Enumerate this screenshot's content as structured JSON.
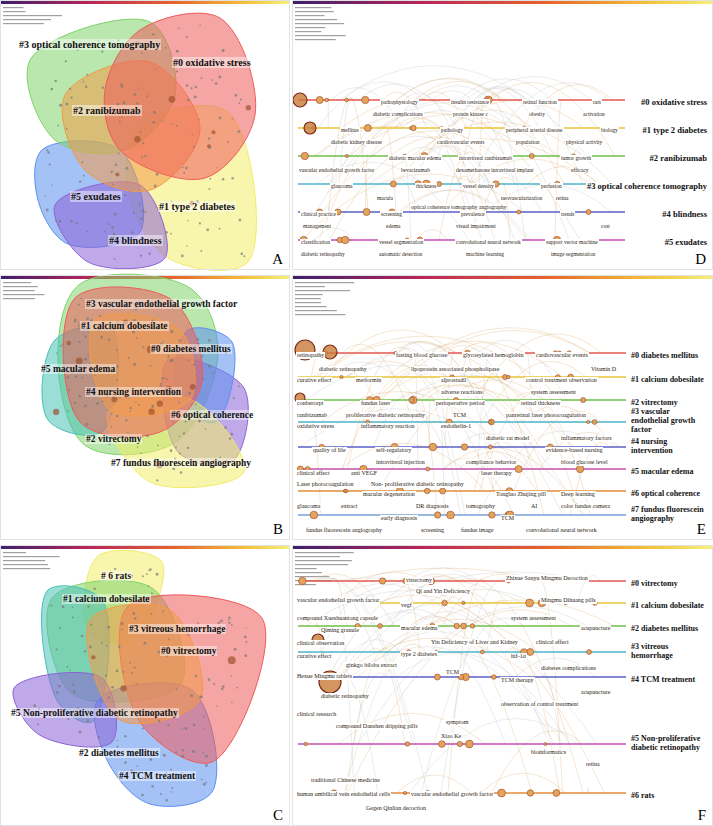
{
  "diagram": {
    "nodes": [
      {
        "text": [
          "A"
        ]
      },
      {
        "text": [
          "D"
        ]
      },
      {
        "text": [
          "B"
        ]
      },
      {
        "text": [
          "E"
        ]
      },
      {
        "text": [
          "C"
        ]
      },
      {
        "text": [
          "F"
        ]
      }
    ],
    "labels": [
      "#3 optical coherence tomography",
      "#0 oxidative stress",
      "#2 ranibizumab",
      "#5 exudates",
      "#1 type 2 diabetes",
      "#4 blindness",
      "pathophysiology",
      "diabetic complications",
      "insulin resistance",
      "protein kinase c",
      "retinal function",
      "obesity",
      "rats",
      "activation",
      "mellitus",
      "diabetic kidney disease",
      "pathology",
      "cardiovascular events",
      "peripheral arterial disease",
      "population",
      "biology",
      "physical activity",
      "vascular endothelial growth factor",
      "diabetic macular edema",
      "intravitreal ranibizumab",
      "bevacizumab",
      "dexamethasone intravitreal implant",
      "tumor growth",
      "efficacy",
      "glaucoma",
      "thickness",
      "vessel density",
      "perfusion",
      "macula",
      "neovascularization",
      "retina",
      "optical coherence tomography angiography",
      "clinical practice",
      "screening",
      "prevalence",
      "trends",
      "management",
      "edema",
      "visual impairment",
      "cost",
      "classification",
      "vessel segmentation",
      "convolutional neural network",
      "support vector machine",
      "diabetic retinopathy",
      "automatic detection",
      "machine learning",
      "image segmentation",
      "#0 oxidative stress",
      "#1 type 2 diabetes",
      "#2 ranibizumab",
      "#3 optical coherence tomography",
      "#4 blindness",
      "#5 exudates",
      "#3 vascular endothelial growth factor",
      "#1 calcium dobesilate",
      "#0 diabetes mellitus",
      "#5 macular edema",
      "#4 nursing intervention",
      "#6 optical coherence",
      "#2 vitrectomy",
      "#7 fundus fluorescein angiography",
      "retinopathy",
      "fasting blood glucose",
      "glycosylated hemoglobin",
      "cardiovascular events",
      "diabetic retinopathy",
      "lipoprotein associated phospholipase",
      "Vitamin D",
      "curative effect",
      "metformin",
      "alprostadil",
      "control treatment observation",
      "adverse reactions",
      "system assessment",
      "conbercept",
      "fundus laser",
      "perioperative period",
      "retinal thickness",
      "ranibizumab",
      "proliferative diabetic retinopathy",
      "TCM",
      "panretinal laser photocoagulation",
      "oxidative stress",
      "inflammatory reaction",
      "endothelin-1",
      "diabetic rat model",
      "inflammatory factors",
      "quality of life",
      "self-regulatory",
      "evidence-based nursing",
      "intravitreal injection",
      "compliance behavior",
      "blood glucose level",
      "clinical effect",
      "anti VEGF",
      "laser therapy",
      "Laser photocoagulation",
      "Non- proliferative diabetic retinopathy",
      "macular degeneration",
      "Tongluo Zhujing pill",
      "Deep learning",
      "glaucoma",
      "extract",
      "DR diagnosis",
      "tomography",
      "AI",
      "color fundus camera",
      "early diagnosis",
      "TCM",
      "fundus fluorescein angiography",
      "screening",
      "fundus image",
      "convolutional neural network",
      "#0 diabetes mellitus",
      "#1 calcium dobesilate",
      "#2 vitrectomy",
      "#3 vascular endothelial growth factor",
      "#4 nursing intervention",
      "#5 macular edema",
      "#6 optical coherence",
      "#7 fundus fluorescein angiography",
      "# 6 rats",
      "#1 calcium dobesilate",
      "#3 vitreous hemorrhage",
      "#0 vitrectomy",
      "#5 Non-proliferative diabetic retinopathy",
      "#2 diabetes mellitus",
      "#4 TCM treatment",
      "vitrectomy",
      "Zhixue Sanyu Mingmu Decoction",
      "Qi and Yin Deficiency",
      "vascular endothelial growth factor",
      "vegf",
      "Mingmu Dihuang pills",
      "compound Xueshuantong capsule",
      "system assessment",
      "Qiming granule",
      "macular edema",
      "acupuncture",
      "clinical observation",
      "Yin Deficiency of Liver and Kidney",
      "clinical effect",
      "curative effect",
      "type 2 diabetes",
      "hif-1α",
      "ginkgo biloba extract",
      "diabetes complications",
      "TCM",
      "Hexue Mingmu tablets",
      "TCM therapy",
      "acupuncture",
      "diabetic retinopathy",
      "observation of control treatment",
      "clinical research",
      "symptom",
      "compound Danshen dripping pills",
      "Xiao Ke",
      "bioinformatics",
      "retina",
      "traditional Chinese medicine",
      "human umbilical vein endothelial cells",
      "vascular endothelial growth factor",
      "Gegen Qinlian decoction",
      "#0 vitrectomy",
      "#1 calcium dobesilate",
      "#2 diabetes mellitus",
      "#3 vitreous hemorrhage",
      "#4 TCM treatment",
      "#5 Non-proliferative diabetic retinopathy",
      "#6 rats"
    ]
  }
}
